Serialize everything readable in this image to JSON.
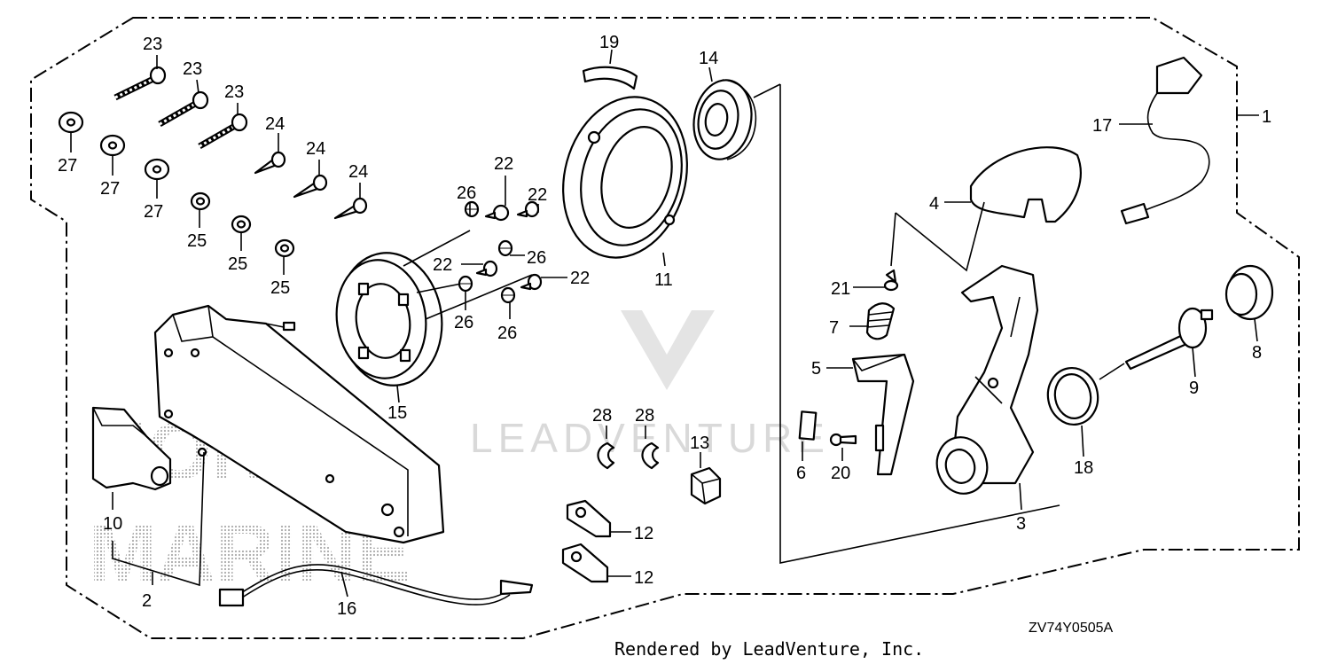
{
  "diagram_code": "ZV74Y0505A",
  "footer_text": "Rendered by LeadVenture, Inc.",
  "watermark_text": "LEADVENTURE",
  "brand_watermark_line1": "HONDA",
  "brand_watermark_line2": "MARINE",
  "callouts": [
    "1",
    "2",
    "3",
    "4",
    "5",
    "6",
    "7",
    "8",
    "9",
    "10",
    "11",
    "12",
    "12",
    "13",
    "14",
    "15",
    "16",
    "17",
    "18",
    "19",
    "20",
    "21",
    "22",
    "22",
    "22",
    "22",
    "23",
    "23",
    "23",
    "24",
    "24",
    "24",
    "25",
    "25",
    "25",
    "26",
    "26",
    "26",
    "26",
    "27",
    "27",
    "27",
    "28",
    "28"
  ]
}
